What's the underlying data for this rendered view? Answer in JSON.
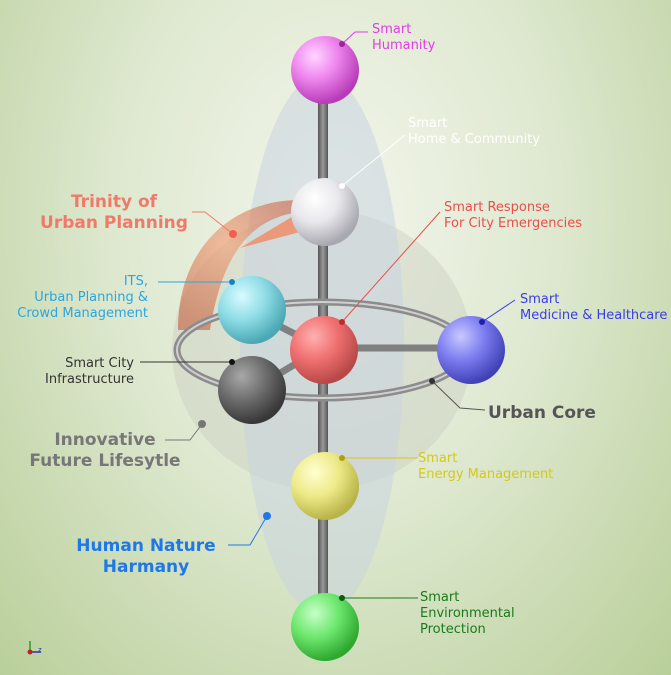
{
  "colors": {
    "humanity": "#e23ce3",
    "home": "#ffffff",
    "response": "#e8504a",
    "its": "#2aa6e0",
    "medicine": "#3a3ce8",
    "infrastructure": "#333333",
    "urban_core": "#555555",
    "energy": "#d6c81c",
    "environment": "#1a7a1a",
    "trinity": "#f07a6a",
    "innovative": "#777777",
    "human_nature": "#1f78e8"
  },
  "labels": {
    "smart_humanity": [
      "Smart",
      "Humanity"
    ],
    "smart_home": [
      "Smart",
      "Home & Community"
    ],
    "smart_response": [
      "Smart Response",
      "For City Emergencies"
    ],
    "its": [
      "ITS,",
      "Urban Planning &",
      "Crowd Management"
    ],
    "smart_medicine": [
      "Smart",
      "Medicine & Healthcare"
    ],
    "smart_infrastructure": [
      "Smart City",
      "Infrastructure"
    ],
    "urban_core": "Urban Core",
    "innovative": [
      "Innovative",
      "Future Lifesytle"
    ],
    "smart_energy": [
      "Smart",
      "Energy Management"
    ],
    "human_nature": [
      "Human Nature",
      "Harmany"
    ],
    "smart_environment": [
      "Smart",
      "Environmental",
      "Protection"
    ],
    "trinity": [
      "Trinity of",
      "Urban Planning"
    ]
  },
  "axis_widget": {
    "z_label": "z"
  }
}
